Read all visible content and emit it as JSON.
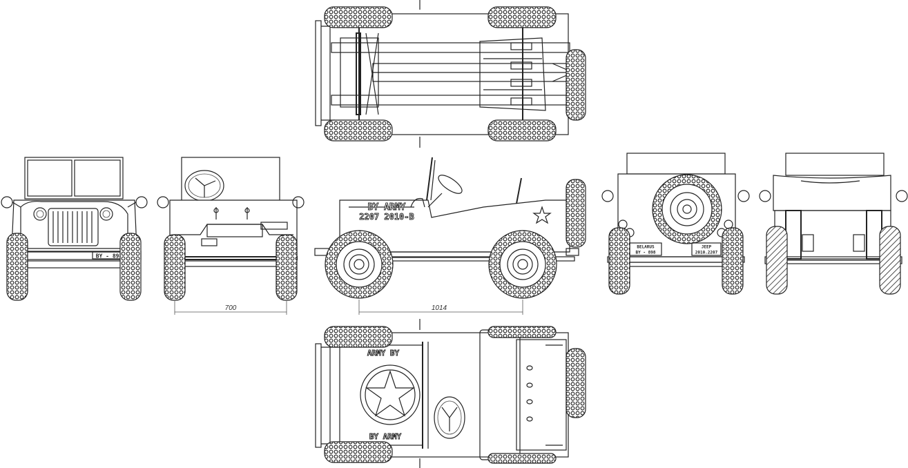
{
  "colors": {
    "ink": "#222222",
    "paper": "#ffffff"
  },
  "side_view": {
    "marking_line1": "BY ARMY",
    "marking_line2": "2207 2010-B"
  },
  "front_view": {
    "plate": "BY - 898"
  },
  "rear_view": {
    "plate_left_line1": "BELARUS",
    "plate_left_line2": "BY - 898",
    "plate_right_line1": "JEEP",
    "plate_right_line2": "2010.2207"
  },
  "hood_view": {
    "marking_top": "ARMY BY",
    "marking_bottom": "BY ARMY"
  },
  "dimensions": {
    "track": "700",
    "wheelbase": "1014"
  }
}
